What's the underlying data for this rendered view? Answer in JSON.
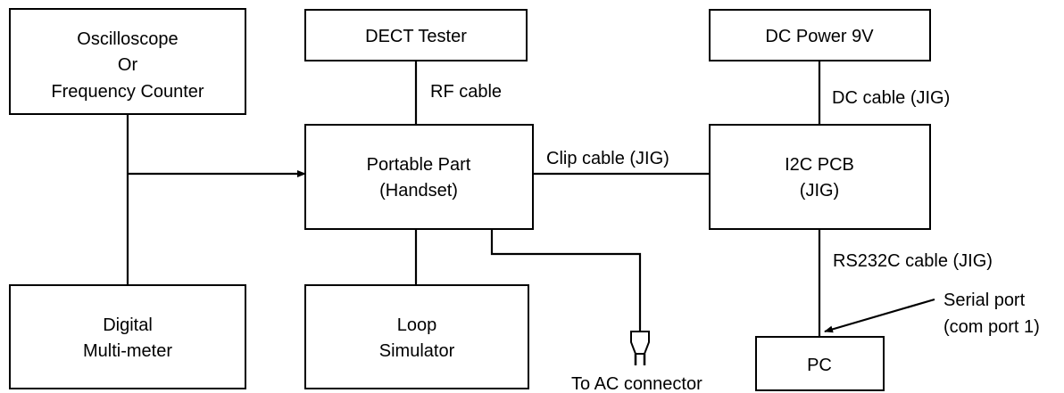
{
  "boxes": {
    "oscilloscope": [
      "Oscilloscope",
      "Or",
      "Frequency Counter"
    ],
    "dect_tester": [
      "DECT Tester"
    ],
    "dc_power": [
      "DC Power 9V"
    ],
    "portable_part": [
      "Portable Part",
      "(Handset)"
    ],
    "i2c_pcb": [
      "I2C PCB",
      "(JIG)"
    ],
    "multimeter": [
      "Digital",
      "Multi-meter"
    ],
    "loop_simulator": [
      "Loop",
      "Simulator"
    ],
    "pc": [
      "PC"
    ]
  },
  "labels": {
    "rf_cable": "RF cable",
    "dc_cable": "DC cable (JIG)",
    "clip_cable": "Clip cable (JIG)",
    "rs232c_cable": "RS232C cable (JIG)",
    "serial_port_1": "Serial port",
    "serial_port_2": "(com port 1)",
    "ac_connector": "To AC connector"
  },
  "icons": {
    "plug": "ac-plug-icon",
    "arrow": "arrowhead-icon"
  }
}
